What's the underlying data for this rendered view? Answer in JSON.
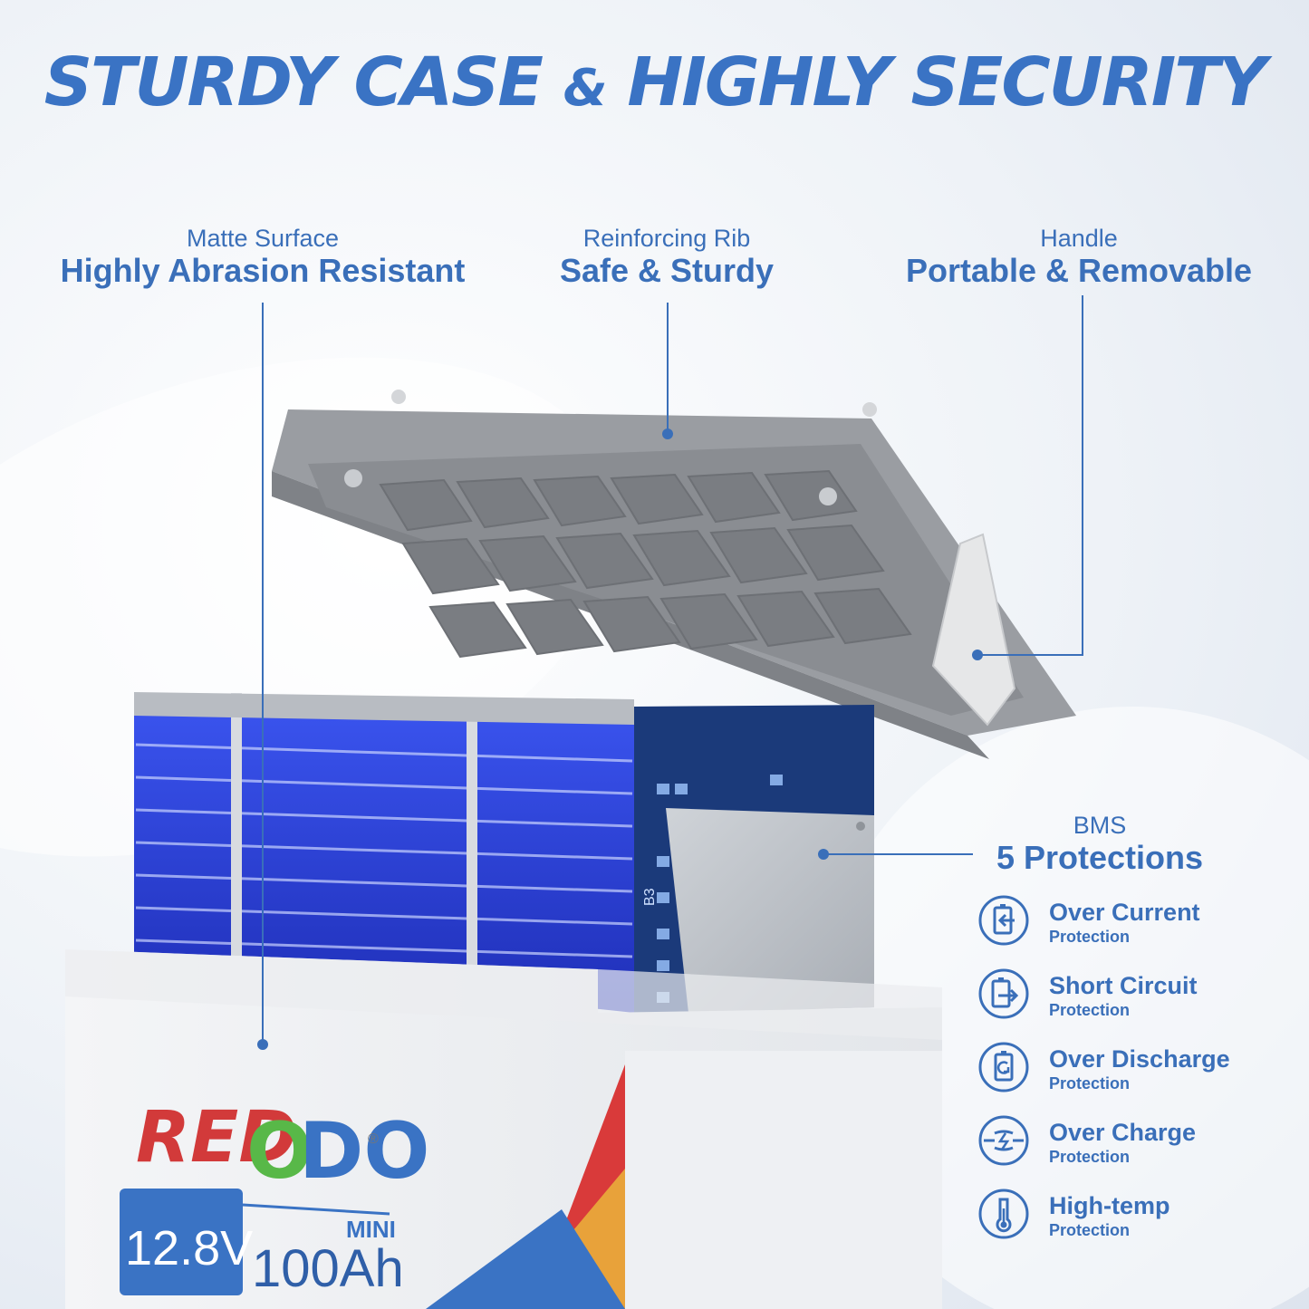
{
  "title": {
    "part1": "STURDY CASE",
    "amp": "&",
    "part2": "HIGHLY SECURITY"
  },
  "callouts": {
    "surface": {
      "sub": "Matte Surface",
      "main": "Highly Abrasion Resistant"
    },
    "rib": {
      "sub": "Reinforcing Rib",
      "main": "Safe & Sturdy"
    },
    "handle": {
      "sub": "Handle",
      "main": "Portable & Removable"
    },
    "bms": {
      "sub": "BMS",
      "main": "5 Protections"
    }
  },
  "protections": [
    {
      "name": "Over Current",
      "desc": "Protection",
      "icon": "over-current-icon"
    },
    {
      "name": "Short Circuit",
      "desc": "Protection",
      "icon": "short-circuit-icon"
    },
    {
      "name": "Over Discharge",
      "desc": "Protection",
      "icon": "over-discharge-icon"
    },
    {
      "name": "Over Charge",
      "desc": "Protection",
      "icon": "over-charge-icon"
    },
    {
      "name": "High-temp",
      "desc": "Protection",
      "icon": "thermometer-icon"
    }
  ],
  "battery": {
    "brand_red": "RED",
    "brand_green": "O",
    "brand_blue": "DO",
    "brand_mark": "®",
    "voltage": "12.8V",
    "capacity": "100Ah",
    "model": "MINI",
    "pcb_label": "B3"
  },
  "colors": {
    "accent": "#3a6fb9",
    "title": "#3a73c4",
    "cells": "#2b3fd8",
    "lid": "#8e9196"
  }
}
